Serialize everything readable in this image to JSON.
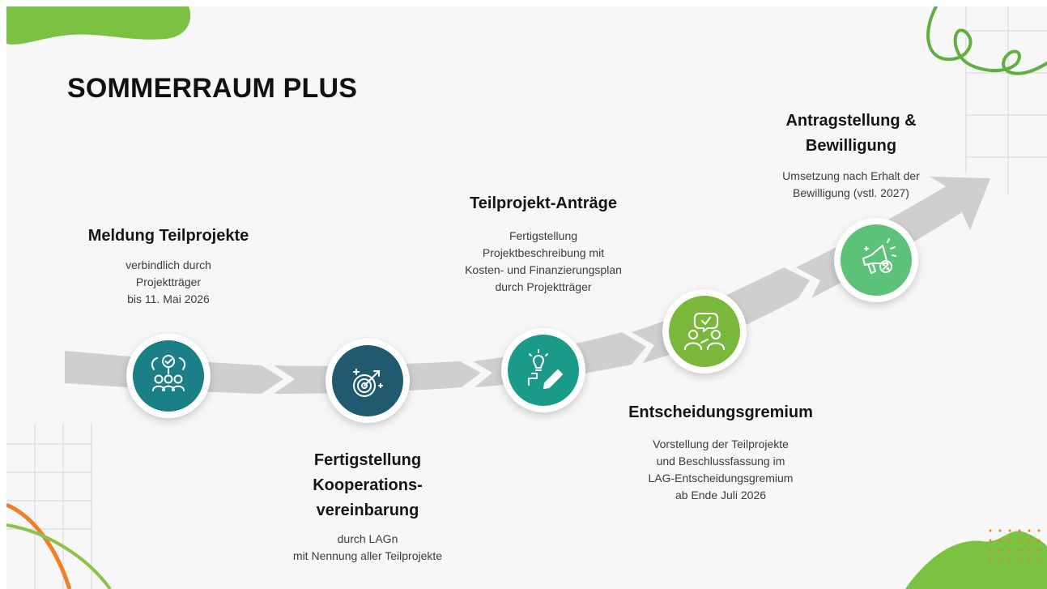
{
  "title": "SOMMERRAUM PLUS",
  "steps": [
    {
      "heading_lines": [
        "Meldung Teilprojekte"
      ],
      "desc_lines": [
        "verbindlich durch",
        "Projektträger",
        "bis 11. Mai 2026"
      ],
      "icon": "team-check-icon",
      "color": "#1a7f86"
    },
    {
      "heading_lines": [
        "Fertigstellung",
        "Kooperations-",
        "vereinbarung"
      ],
      "desc_lines": [
        "durch LAGn",
        "mit Nennung aller Teilprojekte"
      ],
      "icon": "target-icon",
      "color": "#205a6e"
    },
    {
      "heading_lines": [
        "Teilprojekt-Anträge"
      ],
      "desc_lines": [
        "Fertigstellung",
        "Projektbeschreibung mit",
        "Kosten- und Finanzierungsplan",
        "durch Projektträger"
      ],
      "icon": "idea-pencil-icon",
      "color": "#1a9b8a"
    },
    {
      "heading_lines": [
        "Entscheidungsgremium"
      ],
      "desc_lines": [
        "Vorstellung der Teilprojekte",
        "und Beschlussfassung im",
        "LAG-Entscheidungsgremium",
        "ab Ende Juli 2026"
      ],
      "icon": "discussion-icon",
      "color": "#79b83a"
    },
    {
      "heading_lines": [
        "Antragstellung &",
        "Bewilligung"
      ],
      "desc_lines": [
        "Umsetzung nach Erhalt der",
        "Bewilligung (vstl. 2027)"
      ],
      "icon": "megaphone-icon",
      "color": "#5cc27a"
    }
  ],
  "colors": {
    "green_accent": "#7cc242",
    "orange_accent": "#f07f2a",
    "arrow_grey": "#cfcfcf"
  }
}
